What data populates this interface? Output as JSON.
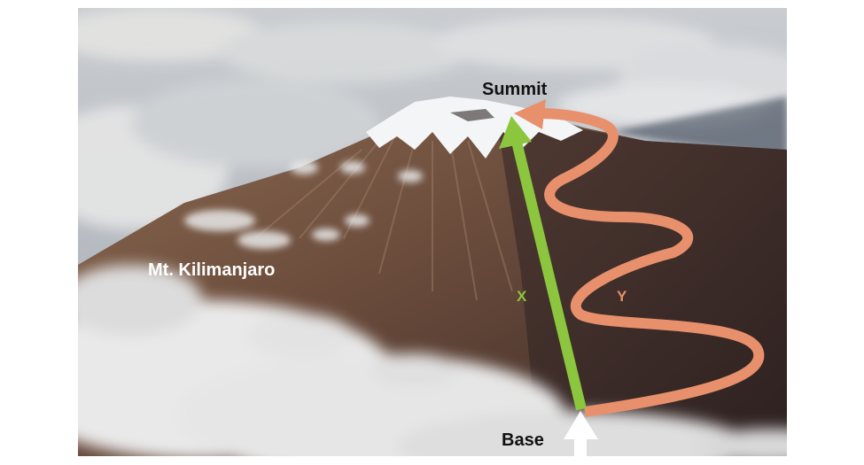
{
  "figure": {
    "photo_subject": "Aerial view of Mt. Kilimanjaro above clouds",
    "labels": {
      "summit": "Summit",
      "base": "Base",
      "mountain": "Mt. Kilimanjaro",
      "path_x": "X",
      "path_y": "Y"
    },
    "paths": [
      {
        "id": "X",
        "description": "Straight path from base to summit",
        "color": "#8cc63f"
      },
      {
        "id": "Y",
        "description": "Winding path from base to summit",
        "color": "#e8906c"
      }
    ],
    "colors": {
      "path_x": "#8cc63f",
      "path_y": "#e8906c",
      "base_arrow": "#ffffff",
      "summit_text": "#111111",
      "mountain_text": "#ffffff"
    }
  }
}
